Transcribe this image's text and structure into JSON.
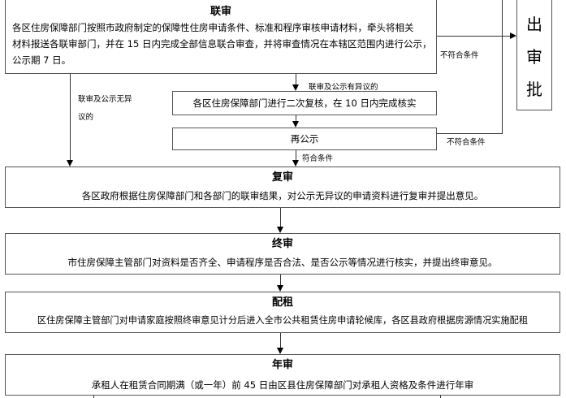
{
  "joint_review": {
    "title": "联审",
    "lines": [
      "各区住房保障部门按照市政府制定的保障性住房申请条件、标准和程序审核申请材料，牵头将相关",
      "材料报送各联审部门，并在 15 日内完成全部信息联合审查，并将审查情况在本辖区范围内进行公示，",
      "公示期 7 日。"
    ]
  },
  "exit_box": {
    "chars": [
      "出",
      "审",
      "批"
    ]
  },
  "labels": {
    "not_qualified_1": "不符合条件",
    "not_qualified_2": "不符合条件",
    "objection": "联审及公示有异议的",
    "no_objection_1": "联审及公示无异",
    "no_objection_2": "议的",
    "qualified": "符合条件"
  },
  "second_check": {
    "text": "各区住房保障部门进行二次复核，在 10 日内完成核实"
  },
  "republish": {
    "text": "再公示"
  },
  "re_review": {
    "title": "复审",
    "text": "各区政府根据住房保障部门和各部门的联审结果，对公示无异议的申请资料进行复审并提出意见。"
  },
  "final_review": {
    "title": "终审",
    "text": "市住房保障主管部门对资料是否齐全、申请程序是否合法、是否公示等情况进行核实，并提出终审意见。"
  },
  "allocation": {
    "title": "配租",
    "text": "区住房保障主管部门对申请家庭按照终审意见计分后进入全市公共租赁住房申请轮候库，各区县政府根据房源情况实施配租"
  },
  "annual_review": {
    "title": "年审",
    "text": "承租人在租赁合同期满（或一年）前 45 日由区县住房保障部门对承租人资格及条件进行年审"
  }
}
